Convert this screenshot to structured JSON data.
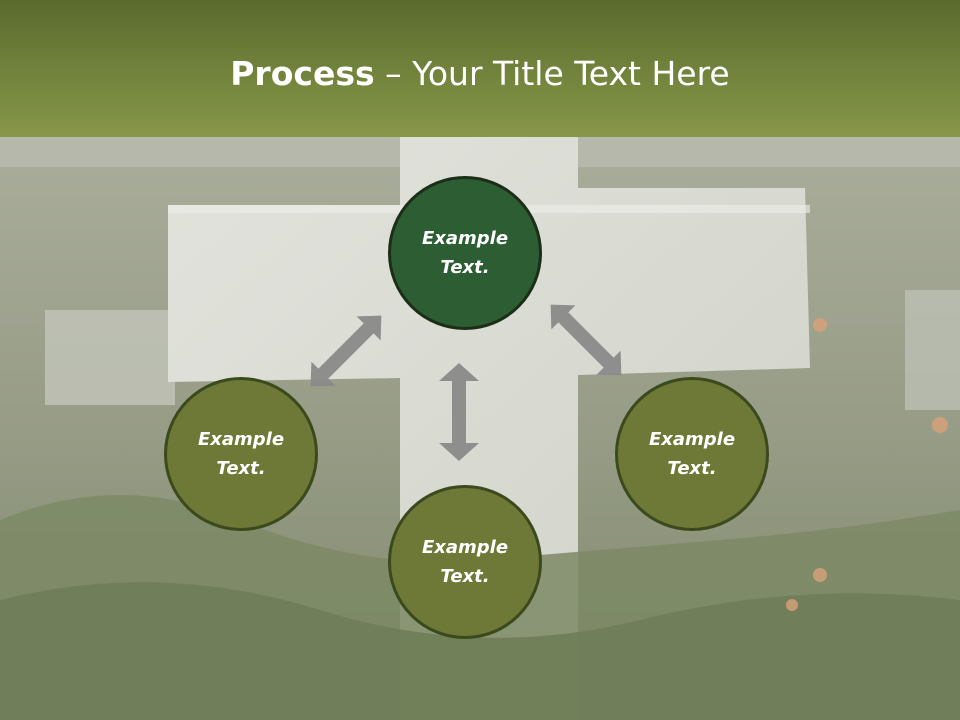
{
  "slide": {
    "title_bold": "Process",
    "title_rest": " – Your Title Text Here"
  },
  "nodes": [
    {
      "id": "center",
      "line1": "Example",
      "line2": "Text."
    },
    {
      "id": "left",
      "line1": "Example",
      "line2": "Text."
    },
    {
      "id": "right",
      "line1": "Example",
      "line2": "Text."
    },
    {
      "id": "bottom",
      "line1": "Example",
      "line2": "Text."
    }
  ],
  "colors": {
    "header": "#72843c",
    "center_node": "#2d5e33",
    "outer_node": "#6e7937",
    "node_border": "#3b4a1c",
    "arrow": "#8a8a8a"
  },
  "background_icon": "stone-cross-photo"
}
